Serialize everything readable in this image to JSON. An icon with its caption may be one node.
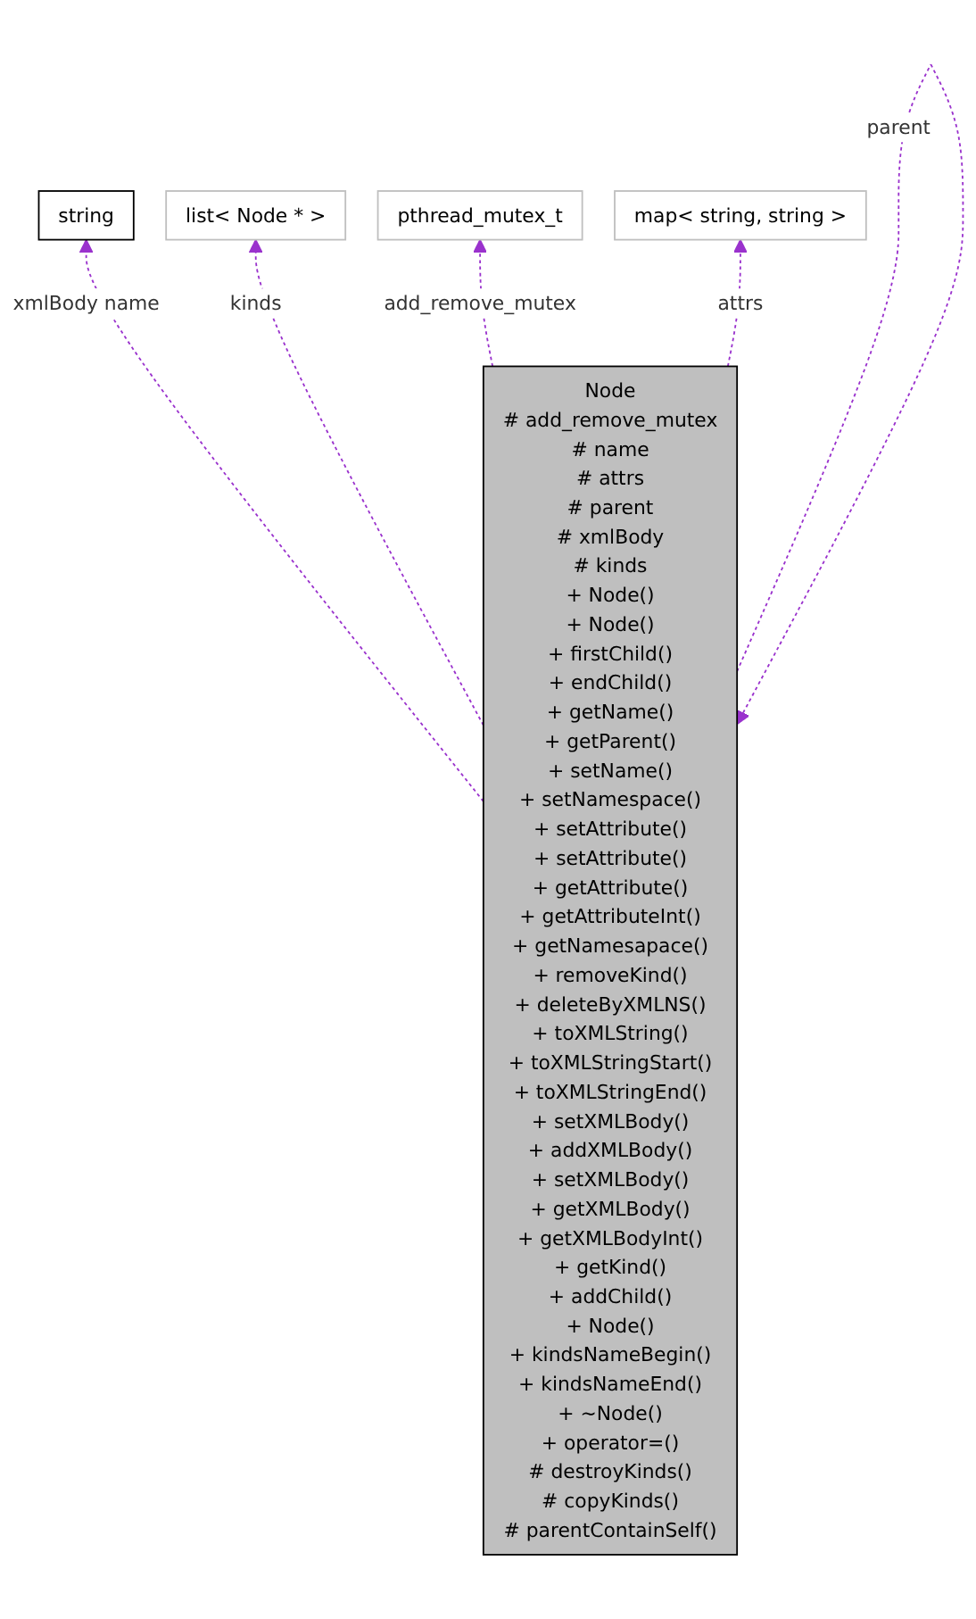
{
  "diagram": {
    "nodes": [
      {
        "text": [
          "string"
        ]
      },
      {
        "text": [
          "list< Node * >"
        ]
      },
      {
        "text": [
          "pthread_mutex_t"
        ]
      },
      {
        "text": [
          "map< string, string >"
        ]
      },
      {
        "text": [
          "Node",
          "# add_remove_mutex",
          "# name",
          "# attrs",
          "# parent",
          "# xmlBody",
          "# kinds",
          "+ Node()",
          "+ Node()",
          "+ firstChild()",
          "+ endChild()",
          "+ getName()",
          "+ getParent()",
          "+ setName()",
          "+ setNamespace()",
          "+ setAttribute()",
          "+ setAttribute()",
          "+ getAttribute()",
          "+ getAttributeInt()",
          "+ getNamesapace()",
          "+ removeKind()",
          "+ deleteByXMLNS()",
          "+ toXMLString()",
          "+ toXMLStringStart()",
          "+ toXMLStringEnd()",
          "+ setXMLBody()",
          "+ addXMLBody()",
          "+ setXMLBody()",
          "+ getXMLBody()",
          "+ getXMLBodyInt()",
          "+ getKind()",
          "+ addChild()",
          "+ Node()",
          "+ kindsNameBegin()",
          "+ kindsNameEnd()",
          "+ ~Node()",
          "+ operator=()",
          "# destroyKinds()",
          "# copyKinds()",
          "# parentContainSelf()"
        ]
      }
    ],
    "edges": [
      {
        "from": 4,
        "to": 0,
        "arrow": "to",
        "label": "xmlBody name",
        "style": "dashed"
      },
      {
        "from": 4,
        "to": 1,
        "arrow": "to",
        "label": "kinds",
        "style": "dashed"
      },
      {
        "from": 4,
        "to": 2,
        "arrow": "to",
        "label": "add_remove_mutex",
        "style": "dashed"
      },
      {
        "from": 4,
        "to": 3,
        "arrow": "to",
        "label": "attrs",
        "style": "dashed"
      },
      {
        "from": 4,
        "to": 4,
        "arrow": "to",
        "label": "parent",
        "style": "dashed"
      }
    ]
  }
}
